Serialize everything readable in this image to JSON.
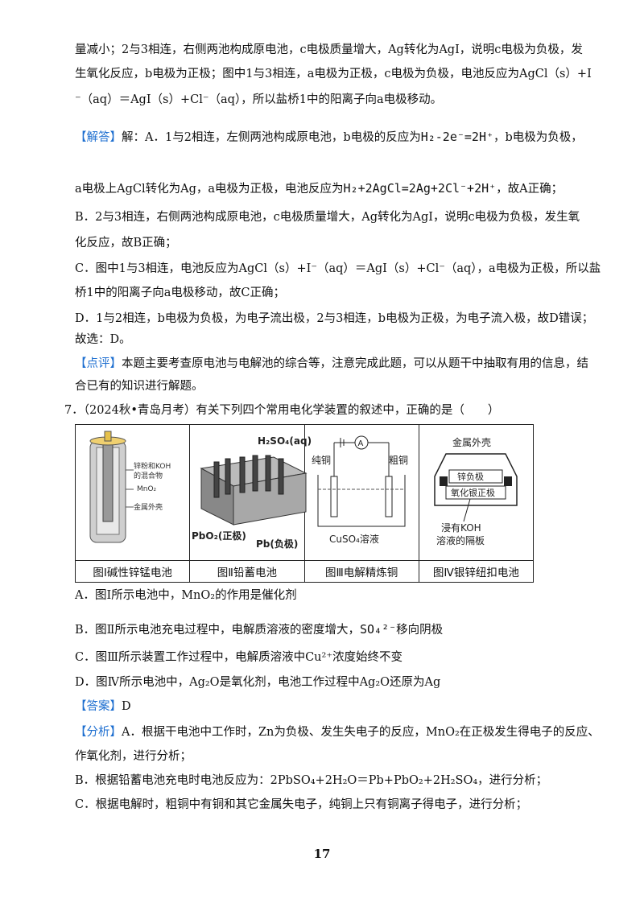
{
  "lines": {
    "l1": "量减小；2与3相连，右侧两池构成原电池，c电极质量增大，Ag转化为AgI，说明c电极为负极，发",
    "l2": "生氧化反应，b电极为正极；图中1与3相连，a电极为正极，c电极为负极，电池反应为AgCl（s）+I",
    "l3": "⁻（aq）＝AgI（s）+Cl⁻（aq），所以盐桥1中的阳离子向a电极移动。",
    "l4_tag": "【解答】",
    "l4_a": "解：A．1与2相连，左侧两池构成原电池，b电极的反应为",
    "l4_formula": "H₂-2e⁻=2H⁺",
    "l4_b": "，b电极为负极，",
    "l5_a": "a电极上AgCl转化为Ag，a电极为正极，电池反应为",
    "l5_formula": "H₂+2AgCl=2Ag+2Cl⁻+2H⁺",
    "l5_b": "，故A正确；",
    "l6": "B．2与3相连，右侧两池构成原电池，c电极质量增大，Ag转化为AgI，说明c电极为负极，发生氧",
    "l7": "化反应，故B正确；",
    "l8": "C．图中1与3相连，电池反应为AgCl（s）+I⁻（aq）＝AgI（s）+Cl⁻（aq），a电极为正极，所以盐",
    "l9": "桥1中的阳离子向a电极移动，故C正确；",
    "l10": "D．1与2相连，b电极为负极，为电子流出极，2与3相连，b电极为正极，为电子流入极，故D错误；",
    "l11": "故选：D。",
    "l12_tag": "【点评】",
    "l12": "本题主要考查原电池与电解池的综合等，注意完成此题，可以从题干中抽取有用的信息，结",
    "l13": "合已有的知识进行解题。",
    "q7": "7．（2024秋•青岛月考）有关下列四个常用电化学装置的叙述中，正确的是（　　）",
    "optA": "A．图Ⅰ所示电池中，MnO₂的作用是催化剂",
    "optB_a": "B．图Ⅱ所示电池充电过程中，电解质溶液的密度增大，",
    "optB_formula": "SO₄²⁻",
    "optB_b": "移向阴极",
    "optC": "C．图Ⅲ所示装置工作过程中，电解质溶液中Cu²⁺浓度始终不变",
    "optD": "D．图Ⅳ所示电池中，Ag₂O是氧化剂，电池工作过程中Ag₂O还原为Ag",
    "ans_tag": "【答案】",
    "ans": "D",
    "ana_tag": "【分析】",
    "ana1": "A．根据干电池中工作时，Zn为负极、发生失电子的反应，MnO₂在正极发生得电子的反应、",
    "ana2": "作氧化剂，进行分析；",
    "ana3": "B．根据铅蓄电池充电时电池反应为：2PbSO₄+2H₂O＝Pb+PbO₂+2H₂SO₄，进行分析；",
    "ana4": "C．根据电解时，粗铜中有铜和其它金属失电子，纯铜上只有铜离子得电子，进行分析；"
  },
  "figures": {
    "captions": [
      "图Ⅰ碱性锌锰电池",
      "图Ⅱ铅蓄电池",
      "图Ⅲ电解精炼铜",
      "图Ⅳ银锌纽扣电池"
    ],
    "fig1": {
      "label1": "锌粉和KOH",
      "label2": "的混合物",
      "label3": "MnO₂",
      "label4": "金属外壳"
    },
    "fig2": {
      "top": "H₂SO₄(aq)",
      "left": "PbO₂(正极)",
      "right": "Pb(负极)"
    },
    "fig3": {
      "ammeter": "A",
      "left": "纯铜",
      "right": "粗铜",
      "bottom": "CuSO₄溶液"
    },
    "fig4": {
      "top": "金属外壳",
      "mid1": "锌负极",
      "mid2": "氧化银正极",
      "bot1": "浸有KOH",
      "bot2": "溶液的隔板"
    }
  },
  "page_number": "17"
}
